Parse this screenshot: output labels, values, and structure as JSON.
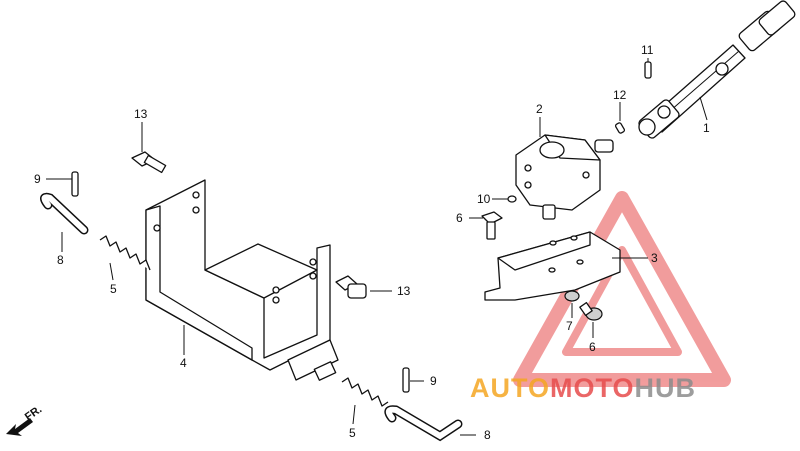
{
  "callouts": {
    "c1": "1",
    "c2": "2",
    "c3": "3",
    "c4": "4",
    "c5a": "5",
    "c5b": "5",
    "c6a": "6",
    "c6b": "6",
    "c7": "7",
    "c8a": "8",
    "c8b": "8",
    "c9a": "9",
    "c9b": "9",
    "c10": "10",
    "c11": "11",
    "c12": "12",
    "c13a": "13",
    "c13b": "13"
  },
  "direction_label": "FR.",
  "watermark": {
    "part1": "AUTO",
    "part2": "MOTO",
    "part3": "HUB",
    "colors": {
      "orange": "#f5a623",
      "red": "#e74c4c",
      "grey": "#8c8c8c"
    }
  }
}
